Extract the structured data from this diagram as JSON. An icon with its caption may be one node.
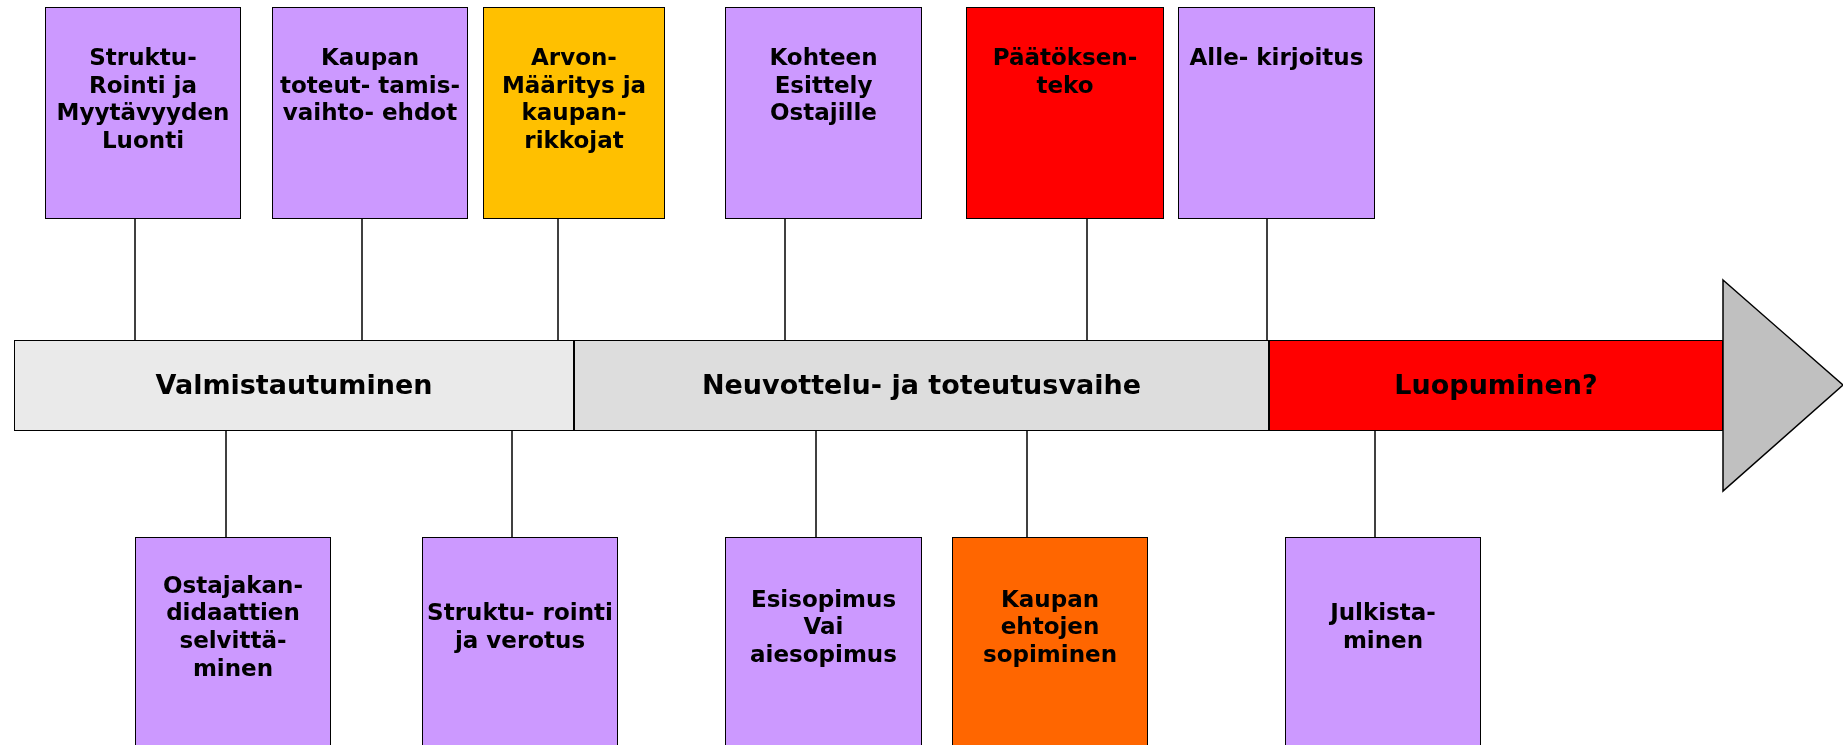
{
  "diagram": {
    "nodes": [
      {
        "text": [
          "Struktu- Rointi ja Myytävyyden Luonti"
        ]
      },
      {
        "text": [
          "Kaupan toteut- tamis- vaihto- ehdot"
        ]
      },
      {
        "text": [
          "Arvon- Määritys ja kaupan- rikkojat"
        ]
      },
      {
        "text": [
          "Kohteen Esittely Ostajille"
        ]
      },
      {
        "text": [
          "Päätöksen- teko"
        ]
      },
      {
        "text": [
          "Alle- kirjoitus"
        ]
      },
      {
        "text": [
          "Valmistautuminen"
        ]
      },
      {
        "text": [
          "Neuvottelu- ja toteutusvaihe"
        ]
      },
      {
        "text": [
          "Luopuminen?"
        ]
      },
      {
        "text": [
          "Ostajakan- didaattien selvittä- minen"
        ]
      },
      {
        "text": [
          "Struktu- rointi ja verotus"
        ]
      },
      {
        "text": [
          "Esisopimus Vai aiesopimus"
        ]
      },
      {
        "text": [
          "Kaupan ehtojen sopiminen"
        ]
      },
      {
        "text": [
          "Julkista- minen"
        ]
      }
    ],
    "edges": [
      {
        "from": 0,
        "to": 6,
        "arrow": "none"
      },
      {
        "from": 1,
        "to": 6,
        "arrow": "none"
      },
      {
        "from": 2,
        "to": 6,
        "arrow": "none"
      },
      {
        "from": 3,
        "to": 7,
        "arrow": "none"
      },
      {
        "from": 4,
        "to": 7,
        "arrow": "none"
      },
      {
        "from": 5,
        "to": 7,
        "arrow": "none"
      },
      {
        "from": 9,
        "to": 6,
        "arrow": "none"
      },
      {
        "from": 10,
        "to": 6,
        "arrow": "none"
      },
      {
        "from": 11,
        "to": 7,
        "arrow": "none"
      },
      {
        "from": 12,
        "to": 7,
        "arrow": "none"
      },
      {
        "from": 13,
        "to": 8,
        "arrow": "none"
      }
    ]
  }
}
